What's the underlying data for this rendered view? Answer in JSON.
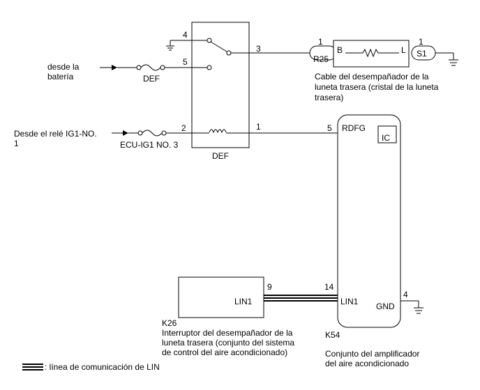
{
  "sources": {
    "battery_line1": "desde la",
    "battery_line2": "batería",
    "ig1_line1": "Desde el relé IG1-NO.",
    "ig1_line2": "1"
  },
  "fuses": {
    "def_label": "DEF",
    "ecu_label": "ECU-IG1 NO. 3"
  },
  "relay": {
    "label": "DEF",
    "pins": {
      "p4": "4",
      "p5": "5",
      "p3": "3",
      "p2": "2",
      "p1": "1"
    }
  },
  "defogger": {
    "left_connector": "R25",
    "left_pin": "1",
    "right_connector": "S1",
    "right_pin": "1",
    "terminal_b": "B",
    "terminal_l": "L",
    "caption_line1": "Cable del desempañador de la",
    "caption_line2": "luneta trasera (cristal de la luneta",
    "caption_line3": "trasera)"
  },
  "amplifier": {
    "code": "K54",
    "rdfg_pin": "5",
    "rdfg_label": "RDFG",
    "ic_label": "IC",
    "lin_pin": "14",
    "lin_label": "LIN1",
    "gnd_pin": "4",
    "gnd_label": "GND",
    "caption_line1": "Conjunto del amplificador",
    "caption_line2": "del aire acondicionado"
  },
  "switch": {
    "code": "K26",
    "lin_pin": "9",
    "lin_label": "LIN1",
    "caption_line1": "Interruptor del desempañador de la",
    "caption_line2": "luneta trasera (conjunto del sistema",
    "caption_line3": "de control del aire acondicionado)"
  },
  "legend": {
    "text": ": línea de comunicación de LIN"
  }
}
